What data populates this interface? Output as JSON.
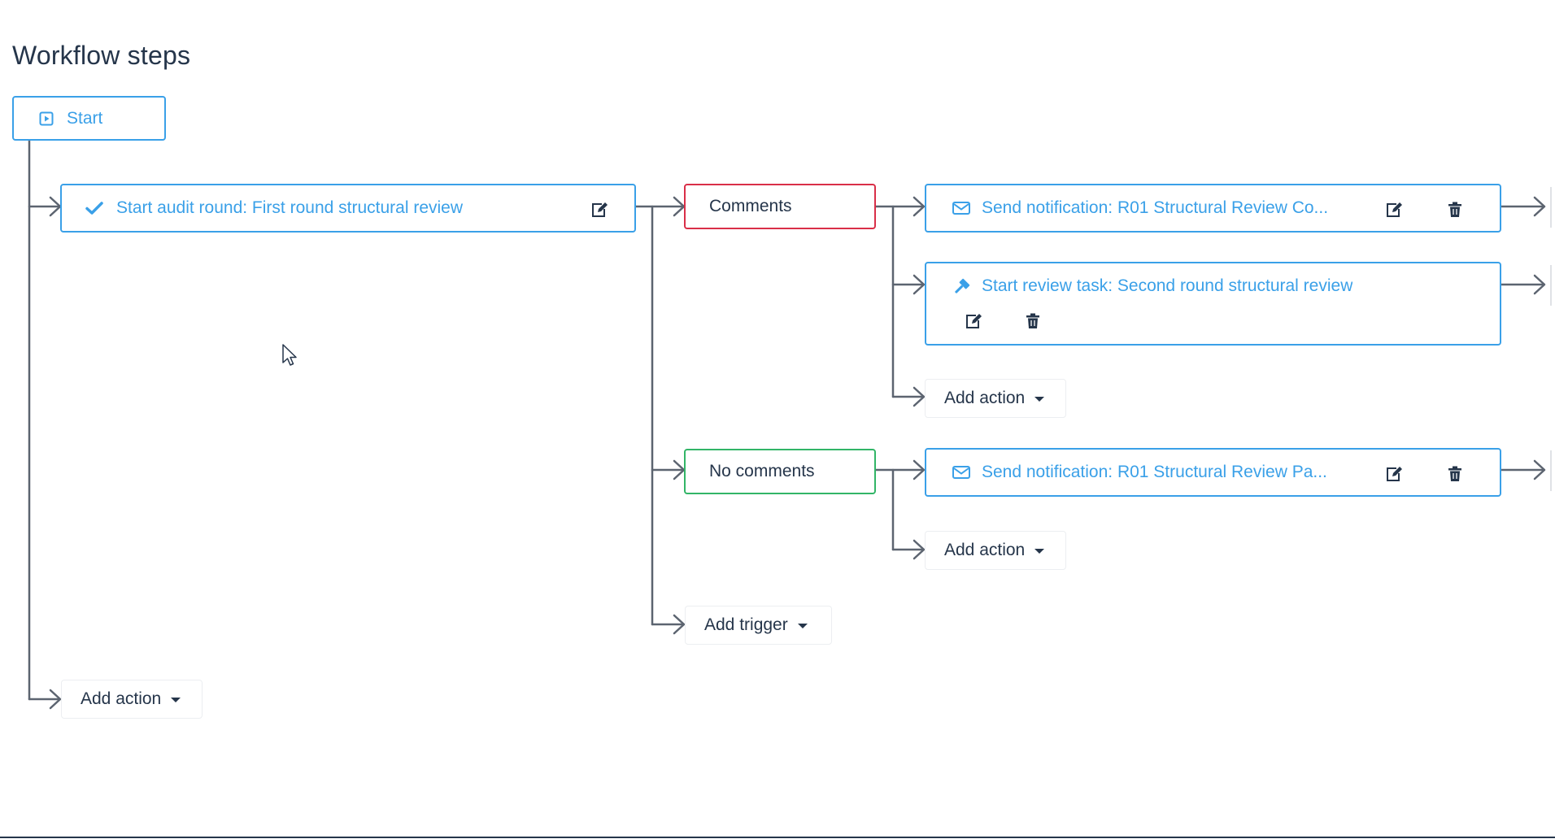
{
  "page": {
    "title": "Workflow steps"
  },
  "colors": {
    "accent": "#3aa0e8",
    "text_dark": "#25354a",
    "trigger_comments_border": "#d92f48",
    "trigger_no_comments_border": "#32b567",
    "connector": "#5c6470"
  },
  "workflow": {
    "start_node": {
      "label": "Start",
      "icon": "play-square-icon"
    },
    "audit_round": {
      "label": "Start audit round: First round structural review",
      "icon": "checkmark-icon",
      "edit_icon": "edit-icon"
    },
    "triggers": [
      {
        "label": "Comments",
        "actions": [
          {
            "label": "Send notification: R01 Structural Review Co...",
            "icon": "envelope-icon"
          },
          {
            "label": "Start review task: Second round structural review",
            "icon": "gavel-icon"
          }
        ],
        "add_action_label": "Add action"
      },
      {
        "label": "No comments",
        "actions": [
          {
            "label": "Send notification: R01 Structural Review Pa...",
            "icon": "envelope-icon"
          }
        ],
        "add_action_label": "Add action"
      }
    ],
    "add_trigger_label": "Add trigger",
    "add_action_root_label": "Add action"
  }
}
